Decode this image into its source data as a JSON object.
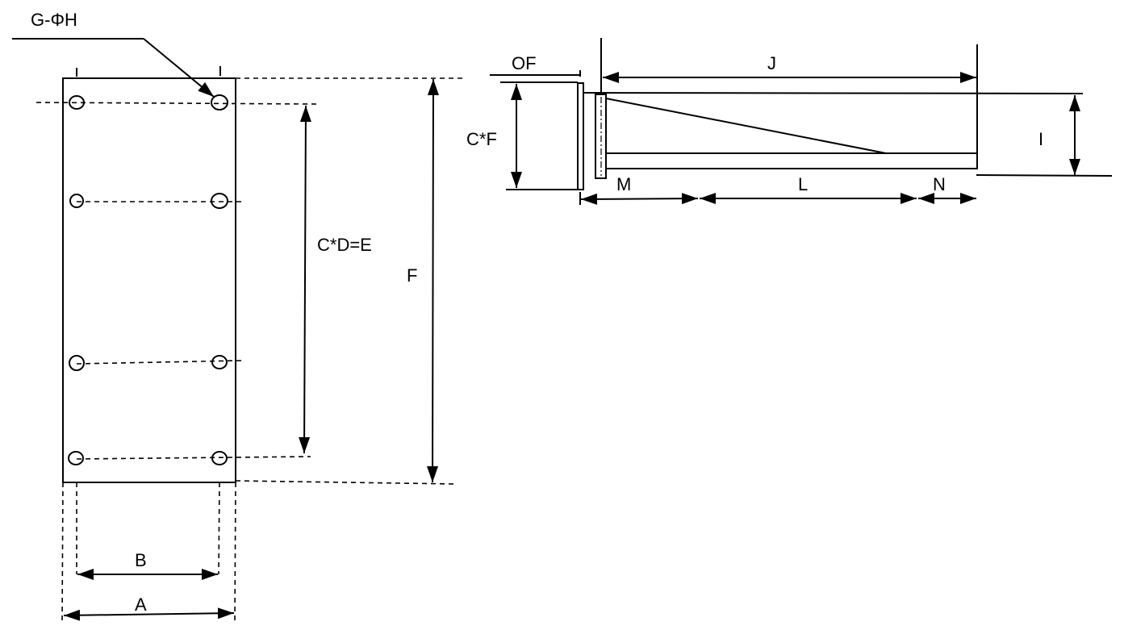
{
  "labels": {
    "holes": "G-ΦH",
    "hole_pitch": "C*D=E",
    "height": "F",
    "inner_width": "B",
    "outer_width": "A",
    "flange": "OF",
    "flange_height": "C*F",
    "length": "J",
    "depth": "I",
    "m": "M",
    "l": "L",
    "n": "N"
  }
}
